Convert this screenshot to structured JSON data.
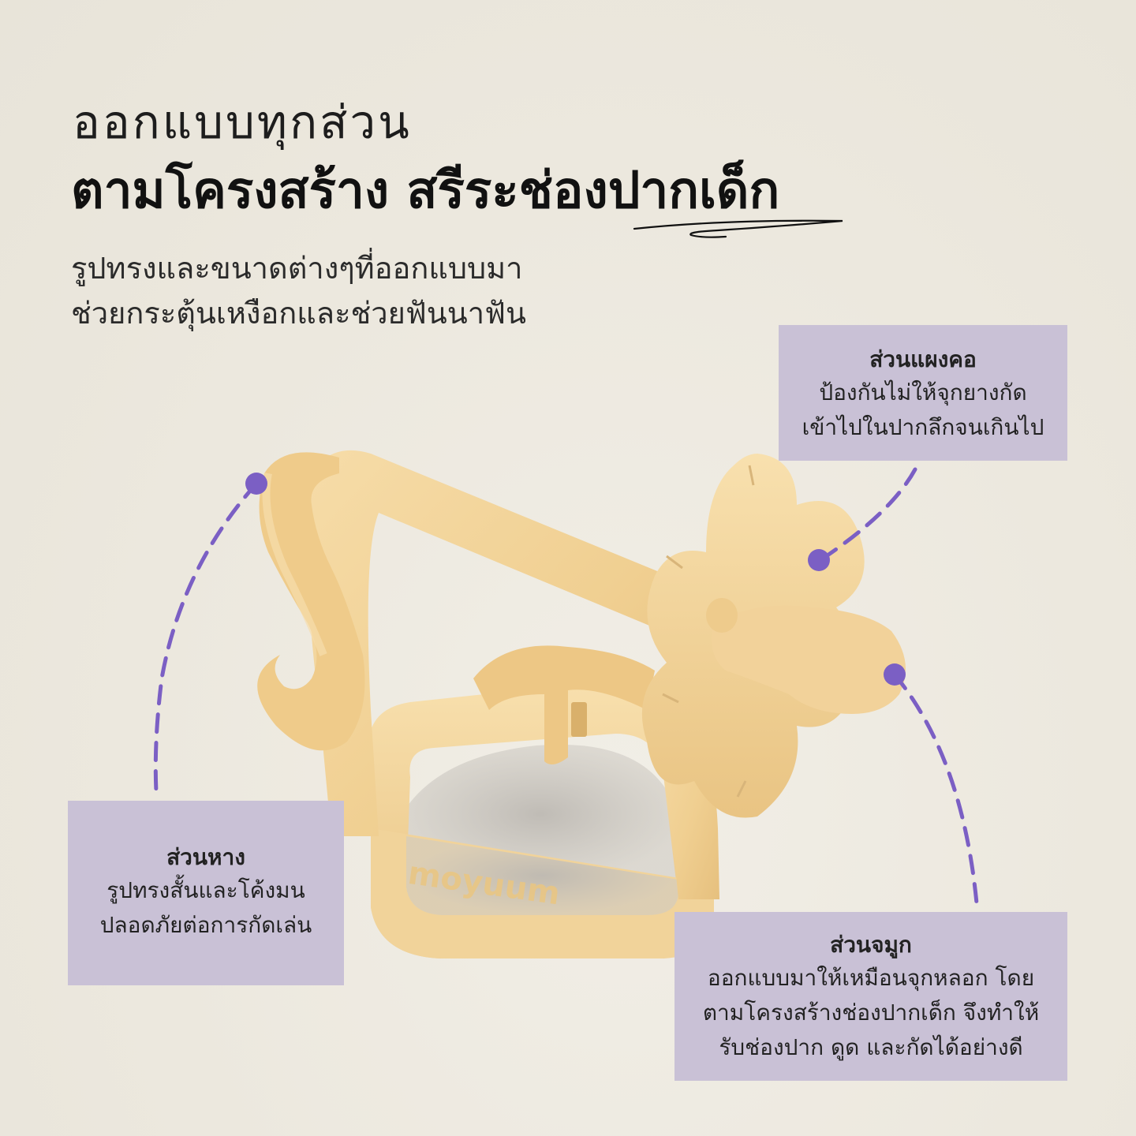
{
  "header": {
    "title_line1": "ออกแบบทุกส่วน",
    "title_line2": "ตามโครงสร้าง สรีระช่องปากเด็ก",
    "subtitle_line1": "รูปทรงและขนาดต่างๆที่ออกแบบมา",
    "subtitle_line2": "ช่วยกระตุ้นเหงือกและช่วยฟันนาฟัน"
  },
  "product": {
    "brand_emboss": "moyuum",
    "color": "#F2D49B"
  },
  "callouts": {
    "neck": {
      "title": "ส่วนแผงคอ",
      "line1": "ป้องกันไม่ให้จุกยางกัด",
      "line2": "เข้าไปในปากลึกจนเกินไป"
    },
    "tail": {
      "title": "ส่วนหาง",
      "line1": "รูปทรงสั้นและโค้งมน",
      "line2": "ปลอดภัยต่อการกัดเล่น"
    },
    "nose": {
      "title": "ส่วนจมูก",
      "line1": "ออกแบบมาให้เหมือนจุกหลอก โดย",
      "line2": "ตามโครงสร้างช่องปากเด็ก จึงทำให้",
      "line3": "รับช่องปาก ดูด และกัดได้อย่างดี"
    }
  },
  "colors": {
    "background": "#ECE8DE",
    "callout_bg": "#C9C1D6",
    "accent_purple": "#7B5FC4"
  }
}
